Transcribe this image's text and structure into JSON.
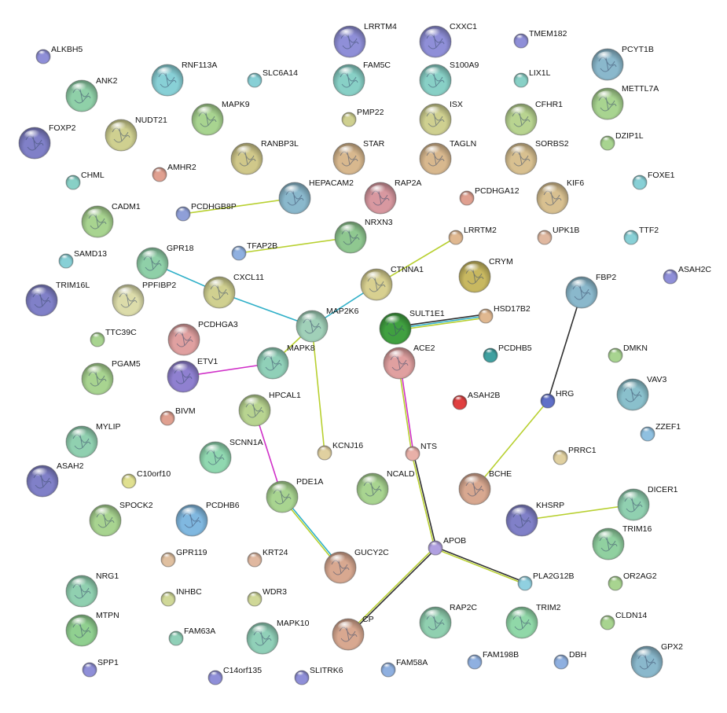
{
  "nodes": [
    {
      "id": "ALKBH5",
      "label": "ALKBH5",
      "size": "s",
      "color": "#8f8fd8",
      "struct": false
    },
    {
      "id": "RNF113A",
      "label": "RNF113A",
      "size": "l",
      "color": "#88d0d6",
      "struct": true
    },
    {
      "id": "SLC6A14",
      "label": "SLC6A14",
      "size": "s",
      "color": "#88d0d6",
      "struct": false
    },
    {
      "id": "LRRTM4",
      "label": "LRRTM4",
      "size": "l",
      "color": "#8f8fd8",
      "struct": true
    },
    {
      "id": "CXXC1",
      "label": "CXXC1",
      "size": "l",
      "color": "#8f8fd8",
      "struct": true
    },
    {
      "id": "TMEM182",
      "label": "TMEM182",
      "size": "s",
      "color": "#8f8fd8",
      "struct": false
    },
    {
      "id": "PCYT1B",
      "label": "PCYT1B",
      "size": "l",
      "color": "#8ab8cc",
      "struct": true
    },
    {
      "id": "ANK2",
      "label": "ANK2",
      "size": "l",
      "color": "#8fd0a8",
      "struct": true
    },
    {
      "id": "FAM5C",
      "label": "FAM5C",
      "size": "l",
      "color": "#88d0c6",
      "struct": true
    },
    {
      "id": "S100A9",
      "label": "S100A9",
      "size": "l",
      "color": "#88d0c6",
      "struct": true
    },
    {
      "id": "LIX1L",
      "label": "LIX1L",
      "size": "s",
      "color": "#88d0c6",
      "struct": false
    },
    {
      "id": "METTL7A",
      "label": "METTL7A",
      "size": "l",
      "color": "#a8d490",
      "struct": true
    },
    {
      "id": "MAPK9",
      "label": "MAPK9",
      "size": "l",
      "color": "#a8d490",
      "struct": true
    },
    {
      "id": "NUDT21",
      "label": "NUDT21",
      "size": "l",
      "color": "#cfd090",
      "struct": true
    },
    {
      "id": "PMP22",
      "label": "PMP22",
      "size": "s",
      "color": "#cfd090",
      "struct": false
    },
    {
      "id": "ISX",
      "label": "ISX",
      "size": "l",
      "color": "#cfd090",
      "struct": true
    },
    {
      "id": "CFHR1",
      "label": "CFHR1",
      "size": "l",
      "color": "#b8d490",
      "struct": true
    },
    {
      "id": "FOXP2",
      "label": "FOXP2",
      "size": "l",
      "color": "#8080c8",
      "struct": true
    },
    {
      "id": "DZIP1L",
      "label": "DZIP1L",
      "size": "s",
      "color": "#a8d490",
      "struct": false
    },
    {
      "id": "RANBP3L",
      "label": "RANBP3L",
      "size": "l",
      "color": "#d0c88a",
      "struct": true
    },
    {
      "id": "STAR",
      "label": "STAR",
      "size": "l",
      "color": "#d8b88e",
      "struct": true
    },
    {
      "id": "TAGLN",
      "label": "TAGLN",
      "size": "l",
      "color": "#d8b88e",
      "struct": true
    },
    {
      "id": "SORBS2",
      "label": "SORBS2",
      "size": "l",
      "color": "#d8c090",
      "struct": true
    },
    {
      "id": "CHML",
      "label": "CHML",
      "size": "s",
      "color": "#88d0c6",
      "struct": false
    },
    {
      "id": "AMHR2",
      "label": "AMHR2",
      "size": "s",
      "color": "#e0a090",
      "struct": false
    },
    {
      "id": "HEPACAM2",
      "label": "HEPACAM2",
      "size": "l",
      "color": "#8ab8cc",
      "struct": true
    },
    {
      "id": "RAP2A",
      "label": "RAP2A",
      "size": "l",
      "color": "#d898a0",
      "struct": true
    },
    {
      "id": "PCDHGA12",
      "label": "PCDHGA12",
      "size": "s",
      "color": "#e0a090",
      "struct": false
    },
    {
      "id": "KIF6",
      "label": "KIF6",
      "size": "l",
      "color": "#d8c090",
      "struct": true
    },
    {
      "id": "FOXE1",
      "label": "FOXE1",
      "size": "s",
      "color": "#88d0d6",
      "struct": false
    },
    {
      "id": "PCDHGB8P",
      "label": "PCDHGB8P",
      "size": "s",
      "color": "#8f9fd8",
      "struct": false
    },
    {
      "id": "CADM1",
      "label": "CADM1",
      "size": "l",
      "color": "#a8d490",
      "struct": true
    },
    {
      "id": "NRXN3",
      "label": "NRXN3",
      "size": "l",
      "color": "#8fc890",
      "struct": true
    },
    {
      "id": "LRRTM2",
      "label": "LRRTM2",
      "size": "s",
      "color": "#e0b890",
      "struct": false
    },
    {
      "id": "UPK1B",
      "label": "UPK1B",
      "size": "s",
      "color": "#e0b8a0",
      "struct": false
    },
    {
      "id": "TTF2",
      "label": "TTF2",
      "size": "s",
      "color": "#88d0d6",
      "struct": false
    },
    {
      "id": "SAMD13",
      "label": "SAMD13",
      "size": "s",
      "color": "#88d0d6",
      "struct": false
    },
    {
      "id": "TFAP2B",
      "label": "TFAP2B",
      "size": "s",
      "color": "#8fb0e0",
      "struct": false
    },
    {
      "id": "GPR18",
      "label": "GPR18",
      "size": "l",
      "color": "#8fd0a8",
      "struct": true
    },
    {
      "id": "ASAH2C",
      "label": "ASAH2C",
      "size": "s",
      "color": "#8f8fd8",
      "struct": false
    },
    {
      "id": "CXCL11",
      "label": "CXCL11",
      "size": "l",
      "color": "#d0d090",
      "struct": true
    },
    {
      "id": "CTNNA1",
      "label": "CTNNA1",
      "size": "l",
      "color": "#d8d090",
      "struct": true
    },
    {
      "id": "CRYM",
      "label": "CRYM",
      "size": "l",
      "color": "#c8b860",
      "struct": true
    },
    {
      "id": "FBP2",
      "label": "FBP2",
      "size": "l",
      "color": "#8ab8cc",
      "struct": true
    },
    {
      "id": "TRIM16L",
      "label": "TRIM16L",
      "size": "l",
      "color": "#8080c8",
      "struct": true
    },
    {
      "id": "PPFIBP2",
      "label": "PPFIBP2",
      "size": "l",
      "color": "#dcdcaa",
      "struct": true
    },
    {
      "id": "MAP2K6",
      "label": "MAP2K6",
      "size": "l",
      "color": "#a0d0b8",
      "struct": true
    },
    {
      "id": "SULT1E1",
      "label": "SULT1E1",
      "size": "l",
      "color": "#40a040",
      "struct": true
    },
    {
      "id": "HSD17B2",
      "label": "HSD17B2",
      "size": "s",
      "color": "#e0b890",
      "struct": false
    },
    {
      "id": "PCDHGA3",
      "label": "PCDHGA3",
      "size": "l",
      "color": "#e0a0a0",
      "struct": true
    },
    {
      "id": "TTC39C",
      "label": "TTC39C",
      "size": "s",
      "color": "#a8d490",
      "struct": false
    },
    {
      "id": "MAPK8",
      "label": "MAPK8",
      "size": "l",
      "color": "#90d0b8",
      "struct": true
    },
    {
      "id": "ACE2",
      "label": "ACE2",
      "size": "l",
      "color": "#e0a0a0",
      "struct": true
    },
    {
      "id": "PCDHB5",
      "label": "PCDHB5",
      "size": "s",
      "color": "#40a0a0",
      "struct": false
    },
    {
      "id": "DMKN",
      "label": "DMKN",
      "size": "s",
      "color": "#a8d490",
      "struct": false
    },
    {
      "id": "PGAM5",
      "label": "PGAM5",
      "size": "l",
      "color": "#a8d490",
      "struct": true
    },
    {
      "id": "ETV1",
      "label": "ETV1",
      "size": "l",
      "color": "#8f80d0",
      "struct": true
    },
    {
      "id": "VAV3",
      "label": "VAV3",
      "size": "l",
      "color": "#8ac0cc",
      "struct": true
    },
    {
      "id": "HRG",
      "label": "HRG",
      "size": "s",
      "color": "#6070c8",
      "struct": false
    },
    {
      "id": "ASAH2B",
      "label": "ASAH2B",
      "size": "s",
      "color": "#e04040",
      "struct": false
    },
    {
      "id": "BIVM",
      "label": "BIVM",
      "size": "s",
      "color": "#e0a090",
      "struct": false
    },
    {
      "id": "HPCAL1",
      "label": "HPCAL1",
      "size": "l",
      "color": "#b8d490",
      "struct": true
    },
    {
      "id": "ZZEF1",
      "label": "ZZEF1",
      "size": "s",
      "color": "#8fc0e0",
      "struct": false
    },
    {
      "id": "MYLIP",
      "label": "MYLIP",
      "size": "l",
      "color": "#90d0b0",
      "struct": true
    },
    {
      "id": "SCNN1A",
      "label": "SCNN1A",
      "size": "l",
      "color": "#90d8b0",
      "struct": true
    },
    {
      "id": "KCNJ16",
      "label": "KCNJ16",
      "size": "s",
      "color": "#e0d0a0",
      "struct": false
    },
    {
      "id": "NTS",
      "label": "NTS",
      "size": "s",
      "color": "#e8b0a8",
      "struct": false
    },
    {
      "id": "PRRC1",
      "label": "PRRC1",
      "size": "s",
      "color": "#e0d0a0",
      "struct": false
    },
    {
      "id": "ASAH2",
      "label": "ASAH2",
      "size": "l",
      "color": "#8080c8",
      "struct": true
    },
    {
      "id": "C10orf10",
      "label": "C10orf10",
      "size": "s",
      "color": "#e0e090",
      "struct": false
    },
    {
      "id": "PDE1A",
      "label": "PDE1A",
      "size": "l",
      "color": "#a8d490",
      "struct": true
    },
    {
      "id": "NCALD",
      "label": "NCALD",
      "size": "l",
      "color": "#a8d490",
      "struct": true
    },
    {
      "id": "BCHE",
      "label": "BCHE",
      "size": "l",
      "color": "#d8a890",
      "struct": true
    },
    {
      "id": "DICER1",
      "label": "DICER1",
      "size": "l",
      "color": "#90d0b0",
      "struct": true
    },
    {
      "id": "SPOCK2",
      "label": "SPOCK2",
      "size": "l",
      "color": "#a8d490",
      "struct": true
    },
    {
      "id": "PCDHB6",
      "label": "PCDHB6",
      "size": "l",
      "color": "#80b8e0",
      "struct": true
    },
    {
      "id": "KHSRP",
      "label": "KHSRP",
      "size": "l",
      "color": "#8080c8",
      "struct": true
    },
    {
      "id": "APOB",
      "label": "APOB",
      "size": "s",
      "color": "#b0a0e0",
      "struct": false
    },
    {
      "id": "TRIM16",
      "label": "TRIM16",
      "size": "l",
      "color": "#90d0a0",
      "struct": true
    },
    {
      "id": "GPR119",
      "label": "GPR119",
      "size": "s",
      "color": "#e0c0a0",
      "struct": false
    },
    {
      "id": "KRT24",
      "label": "KRT24",
      "size": "s",
      "color": "#e0b8a0",
      "struct": false
    },
    {
      "id": "GUCY2C",
      "label": "GUCY2C",
      "size": "l",
      "color": "#d8a890",
      "struct": true
    },
    {
      "id": "PLA2G12B",
      "label": "PLA2G12B",
      "size": "s",
      "color": "#90d0e0",
      "struct": false
    },
    {
      "id": "OR2AG2",
      "label": "OR2AG2",
      "size": "s",
      "color": "#a8d490",
      "struct": false
    },
    {
      "id": "NRG1",
      "label": "NRG1",
      "size": "l",
      "color": "#90d0b0",
      "struct": true
    },
    {
      "id": "INHBC",
      "label": "INHBC",
      "size": "s",
      "color": "#d0d898",
      "struct": false
    },
    {
      "id": "WDR3",
      "label": "WDR3",
      "size": "s",
      "color": "#d0d898",
      "struct": false
    },
    {
      "id": "MTPN",
      "label": "MTPN",
      "size": "l",
      "color": "#90d090",
      "struct": true
    },
    {
      "id": "CP",
      "label": "CP",
      "size": "l",
      "color": "#d8a890",
      "struct": true
    },
    {
      "id": "RAP2C",
      "label": "RAP2C",
      "size": "l",
      "color": "#90d0b0",
      "struct": true
    },
    {
      "id": "TRIM2",
      "label": "TRIM2",
      "size": "l",
      "color": "#90d8a8",
      "struct": true
    },
    {
      "id": "CLDN14",
      "label": "CLDN14",
      "size": "s",
      "color": "#a8d490",
      "struct": false
    },
    {
      "id": "FAM63A",
      "label": "FAM63A",
      "size": "s",
      "color": "#90d0b8",
      "struct": false
    },
    {
      "id": "MAPK10",
      "label": "MAPK10",
      "size": "l",
      "color": "#90d0b8",
      "struct": true
    },
    {
      "id": "GPX2",
      "label": "GPX2",
      "size": "l",
      "color": "#8ab8cc",
      "struct": true
    },
    {
      "id": "SPP1",
      "label": "SPP1",
      "size": "s",
      "color": "#8f8fd8",
      "struct": false
    },
    {
      "id": "C14orf135",
      "label": "C14orf135",
      "size": "s",
      "color": "#8f8fd8",
      "struct": false
    },
    {
      "id": "SLITRK6",
      "label": "SLITRK6",
      "size": "s",
      "color": "#8f8fd8",
      "struct": false
    },
    {
      "id": "FAM58A",
      "label": "FAM58A",
      "size": "s",
      "color": "#8fb0e0",
      "struct": false
    },
    {
      "id": "FAM198B",
      "label": "FAM198B",
      "size": "s",
      "color": "#8fb0e0",
      "struct": false
    },
    {
      "id": "DBH",
      "label": "DBH",
      "size": "s",
      "color": "#8fb0e0",
      "struct": false
    }
  ],
  "edges": [
    {
      "a": "PCDHGB8P",
      "b": "HEPACAM2",
      "colors": [
        "#b8d030"
      ]
    },
    {
      "a": "TFAP2B",
      "b": "NRXN3",
      "colors": [
        "#b8d030"
      ]
    },
    {
      "a": "GPR18",
      "b": "CXCL11",
      "colors": [
        "#30b0c8"
      ]
    },
    {
      "a": "CXCL11",
      "b": "MAP2K6",
      "colors": [
        "#30b0c8"
      ]
    },
    {
      "a": "MAP2K6",
      "b": "CTNNA1",
      "colors": [
        "#30b0c8"
      ]
    },
    {
      "a": "CTNNA1",
      "b": "LRRTM2",
      "colors": [
        "#b8d030"
      ]
    },
    {
      "a": "MAP2K6",
      "b": "MAPK8",
      "colors": [
        "#b8d030"
      ]
    },
    {
      "a": "MAP2K6",
      "b": "KCNJ16",
      "colors": [
        "#b8d030"
      ]
    },
    {
      "a": "ETV1",
      "b": "MAPK8",
      "colors": [
        "#d030c8"
      ]
    },
    {
      "a": "SULT1E1",
      "b": "HSD17B2",
      "colors": [
        "#303030",
        "#30b0c8",
        "#b8d030"
      ]
    },
    {
      "a": "ACE2",
      "b": "NTS",
      "colors": [
        "#d030c8",
        "#b8d030"
      ]
    },
    {
      "a": "NTS",
      "b": "APOB",
      "colors": [
        "#303030",
        "#b8d030"
      ]
    },
    {
      "a": "FBP2",
      "b": "HRG",
      "colors": [
        "#303030"
      ]
    },
    {
      "a": "HRG",
      "b": "BCHE",
      "colors": [
        "#b8d030"
      ]
    },
    {
      "a": "HPCAL1",
      "b": "PDE1A",
      "colors": [
        "#d030c8"
      ]
    },
    {
      "a": "PDE1A",
      "b": "GUCY2C",
      "colors": [
        "#30b0c8",
        "#b8d030"
      ]
    },
    {
      "a": "KHSRP",
      "b": "DICER1",
      "colors": [
        "#b8d030"
      ]
    },
    {
      "a": "APOB",
      "b": "CP",
      "colors": [
        "#303030",
        "#b8d030"
      ]
    },
    {
      "a": "APOB",
      "b": "PLA2G12B",
      "colors": [
        "#303030",
        "#b8d030"
      ]
    }
  ]
}
